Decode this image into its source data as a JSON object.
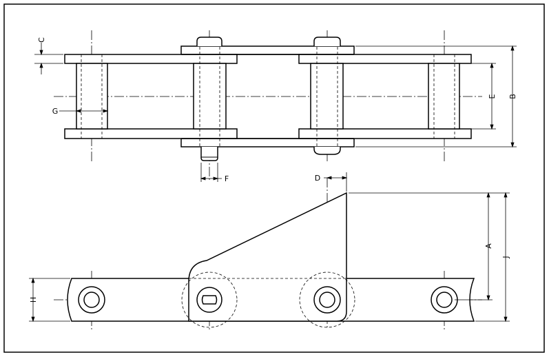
{
  "title": "",
  "colors": {
    "line": "#000000",
    "background": "#ffffff"
  },
  "views": {
    "top": {
      "dimension_labels": {
        "C": "C",
        "G": "G",
        "F": "F",
        "E": "E",
        "B": "B"
      }
    },
    "side": {
      "dimension_labels": {
        "D": "D",
        "H": "H",
        "A": "A",
        "J": "J"
      }
    }
  }
}
